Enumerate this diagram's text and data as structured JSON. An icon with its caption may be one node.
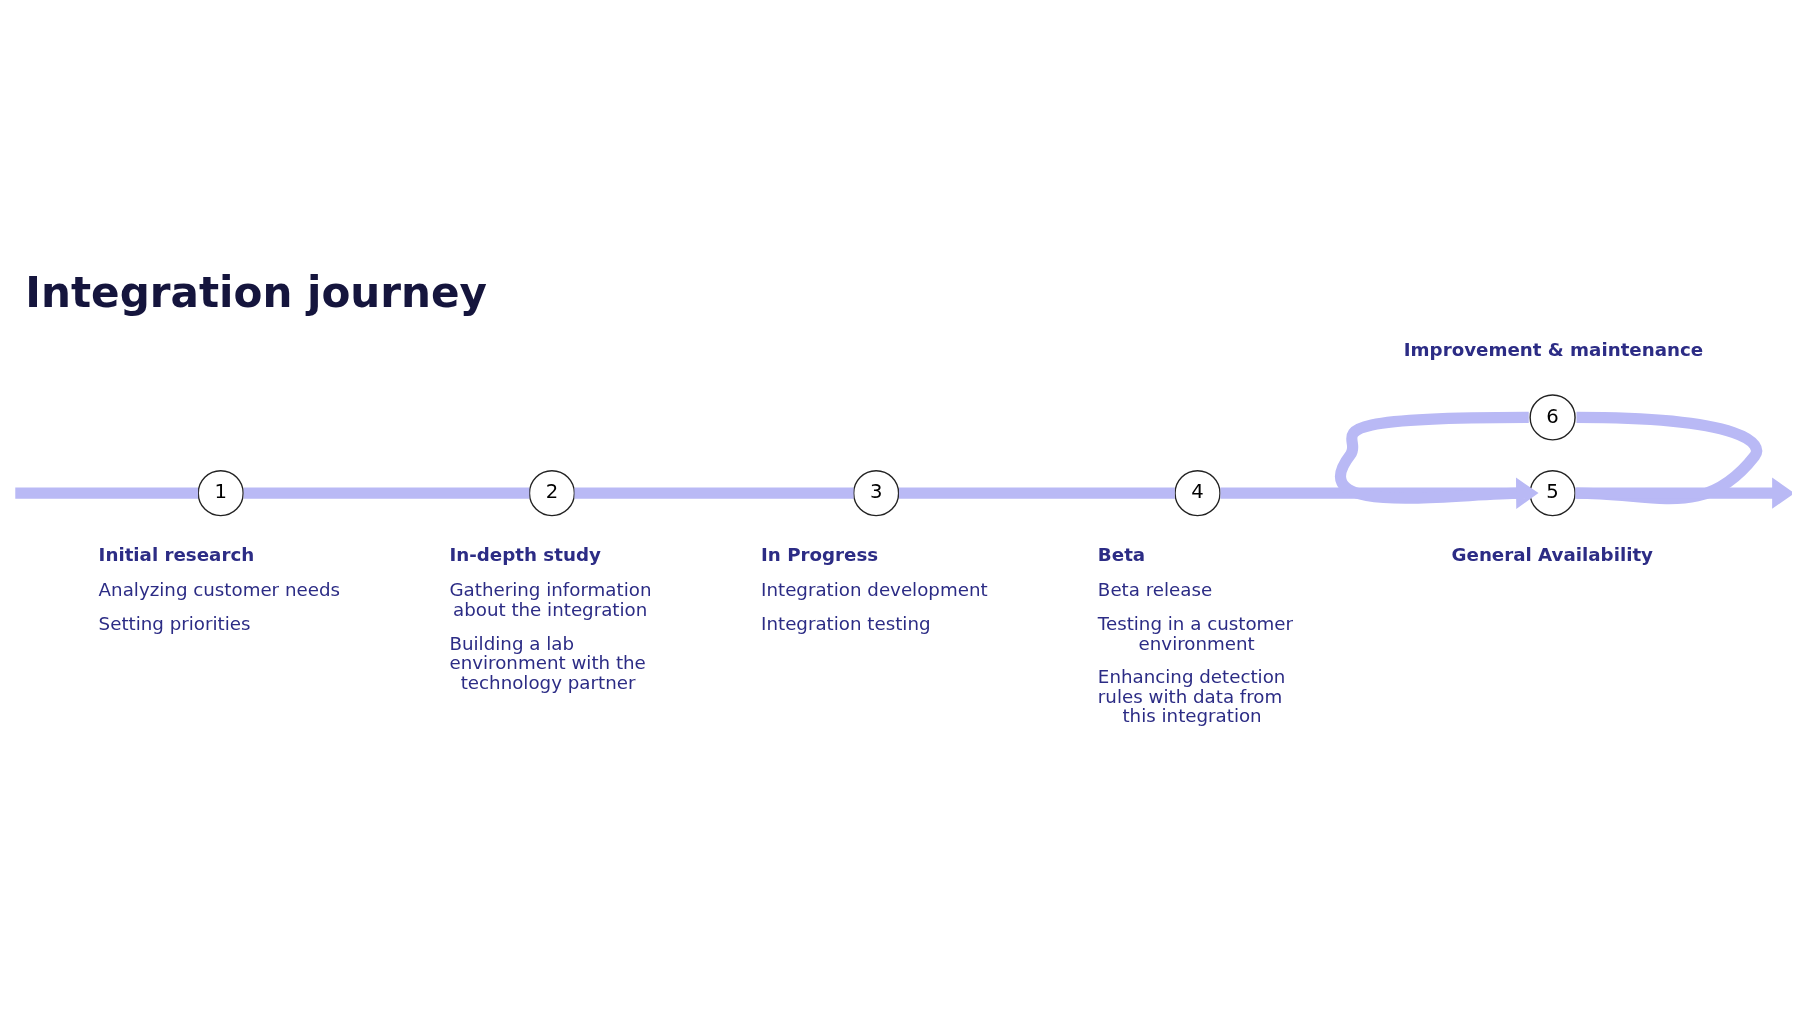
{
  "diagram": {
    "title": "Integration journey",
    "nodes": [
      {
        "text": [
          "1"
        ],
        "beside": [
          "Initial research",
          "Analyzing customer needs",
          "Setting priorities"
        ]
      },
      {
        "text": [
          "2"
        ],
        "beside": [
          "In-depth study",
          "Gathering information about the integration",
          "Building a lab environment with the technology partner"
        ]
      },
      {
        "text": [
          "3"
        ],
        "beside": [
          "In Progress",
          "Integration development",
          "Integration testing"
        ]
      },
      {
        "text": [
          "4"
        ],
        "beside": [
          "Beta",
          "Beta release",
          "Testing in a customer environment",
          "Enhancing detection rules with data from this integration"
        ]
      },
      {
        "text": [
          "5"
        ],
        "beside": [
          "General Availability"
        ]
      },
      {
        "text": [
          "6"
        ],
        "beside": [
          "Improvement & maintenance"
        ]
      }
    ],
    "edges": [
      {
        "from": null,
        "to": 0,
        "arrow": "none"
      },
      {
        "from": 0,
        "to": 1,
        "arrow": "none"
      },
      {
        "from": 1,
        "to": 2,
        "arrow": "none"
      },
      {
        "from": 2,
        "to": 3,
        "arrow": "none"
      },
      {
        "from": 3,
        "to": 4,
        "arrow": "none"
      },
      {
        "from": 4,
        "to": null,
        "arrow": "to"
      },
      {
        "from": 4,
        "to": 5,
        "arrow": "none"
      },
      {
        "from": 5,
        "to": 4,
        "arrow": "to"
      }
    ]
  }
}
